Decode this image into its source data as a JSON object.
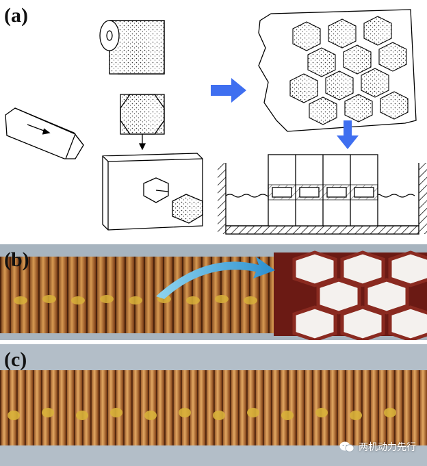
{
  "panels": {
    "a": {
      "label": "(a)"
    },
    "b": {
      "label": "(b)"
    },
    "c": {
      "label": "(c)"
    }
  },
  "watermark": {
    "text": "两机动力先行"
  },
  "colors": {
    "arrow_blue": "#3f6ff0",
    "honeycomb_copper": "#b8742a",
    "honeycomb_dark": "#5a2a12",
    "braze_yellow": "#d9b23a"
  }
}
